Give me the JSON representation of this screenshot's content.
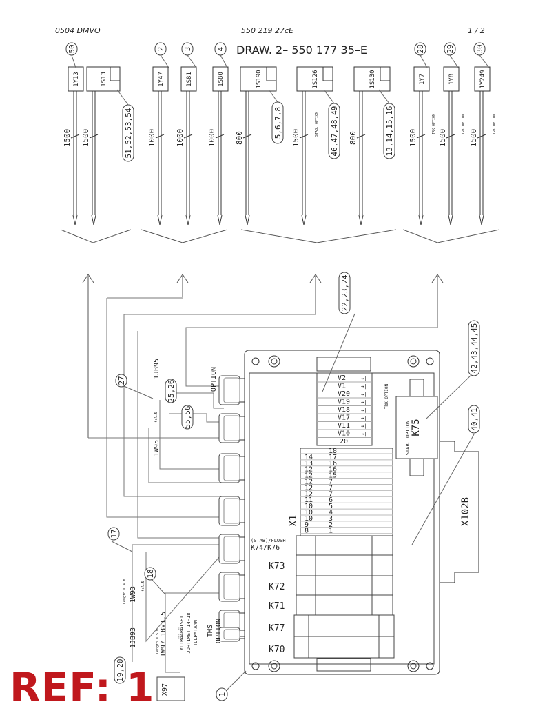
{
  "header": {
    "left": "0504 DMVO",
    "center": "550 219 27cE",
    "right": "1 /  2"
  },
  "title": "DRAW. 2– 550 177 35–E",
  "ref_label": "REF: 1",
  "sensors": [
    {
      "code": "1Y13",
      "bubble": "50",
      "length": "1500"
    },
    {
      "code": "1S13",
      "bubble": "51,52,53,54",
      "length": "1500"
    },
    {
      "code": "1Y47",
      "bubble": "2",
      "length": "1000"
    },
    {
      "code": "1S81",
      "bubble": "3",
      "length": "1000"
    },
    {
      "code": "1S80",
      "bubble": "4",
      "length": "1000"
    },
    {
      "code": "1S190",
      "bubble": "5,6,7,8",
      "length": "800"
    },
    {
      "code": "1S126",
      "bubble": "46,47,48,49",
      "length": "1500",
      "note": "STAB. OPTION"
    },
    {
      "code": "1S130",
      "bubble": "13,14,15,16",
      "length": "800"
    },
    {
      "code": "1Y7",
      "bubble": "28",
      "length": "1500",
      "note": "TRK OPTION"
    },
    {
      "code": "1Y8",
      "bubble": "29",
      "length": "1500",
      "note": "TRK OPTION"
    },
    {
      "code": "1Y249",
      "bubble": "30",
      "length": "1500",
      "note": "TRK OPTION"
    }
  ],
  "bubbles": {
    "b222324": "22,23,24",
    "b4245": "42,43,44,45",
    "b4041": "40,41",
    "b27": "27",
    "b2526": "25,26",
    "b5556": "55,56",
    "b17": "17",
    "b18": "18",
    "b1920": "19,20",
    "b1": "1"
  },
  "cables": {
    "w1jb95": "1JB95",
    "w1w95": "1W95",
    "w1jb93": "1JB93",
    "w1w93": "1W93",
    "w1w97": "1W97 18x1.5",
    "x97": "X97",
    "option": "OPTION",
    "tms": "TMS",
    "tms_option": "OPTION",
    "len4": "Length = 4 m",
    "len5": "Length = 5 m",
    "tal": "tal.5",
    "tal2": "tal.5",
    "note1": "YLIMÄÄRÄISET",
    "note2": "JOHTIMET 14-18",
    "note3": "TULPATAAN"
  },
  "terminal_v": [
    "V2",
    "V1",
    "V20",
    "V19",
    "V18",
    "V17",
    "V11",
    "V10"
  ],
  "terminal_20": "20",
  "terminal_rows": [
    {
      "l": "",
      "r": "18"
    },
    {
      "l": "14",
      "r": "17"
    },
    {
      "l": "13",
      "r": "16"
    },
    {
      "l": "12",
      "r": "16"
    },
    {
      "l": "12",
      "r": "15"
    },
    {
      "l": "12",
      "r": "7"
    },
    {
      "l": "12",
      "r": "7"
    },
    {
      "l": "12",
      "r": "7"
    },
    {
      "l": "11",
      "r": "6"
    },
    {
      "l": "10",
      "r": "5"
    },
    {
      "l": "10",
      "r": "4"
    },
    {
      "l": "10",
      "r": "3"
    },
    {
      "l": "9",
      "r": "2"
    },
    {
      "l": "8",
      "r": "1"
    }
  ],
  "box": {
    "x1": "X1",
    "k7476": "K74/K76",
    "stab_flush": "(STAB)/FLUSH",
    "k73": "K73",
    "k72": "K72",
    "k71": "K71",
    "k77": "K77",
    "k70": "K70",
    "k75": "K75",
    "stab_option": "STAB. OPTION",
    "trk_option": "TRK OPTION",
    "x102b": "X102B"
  }
}
